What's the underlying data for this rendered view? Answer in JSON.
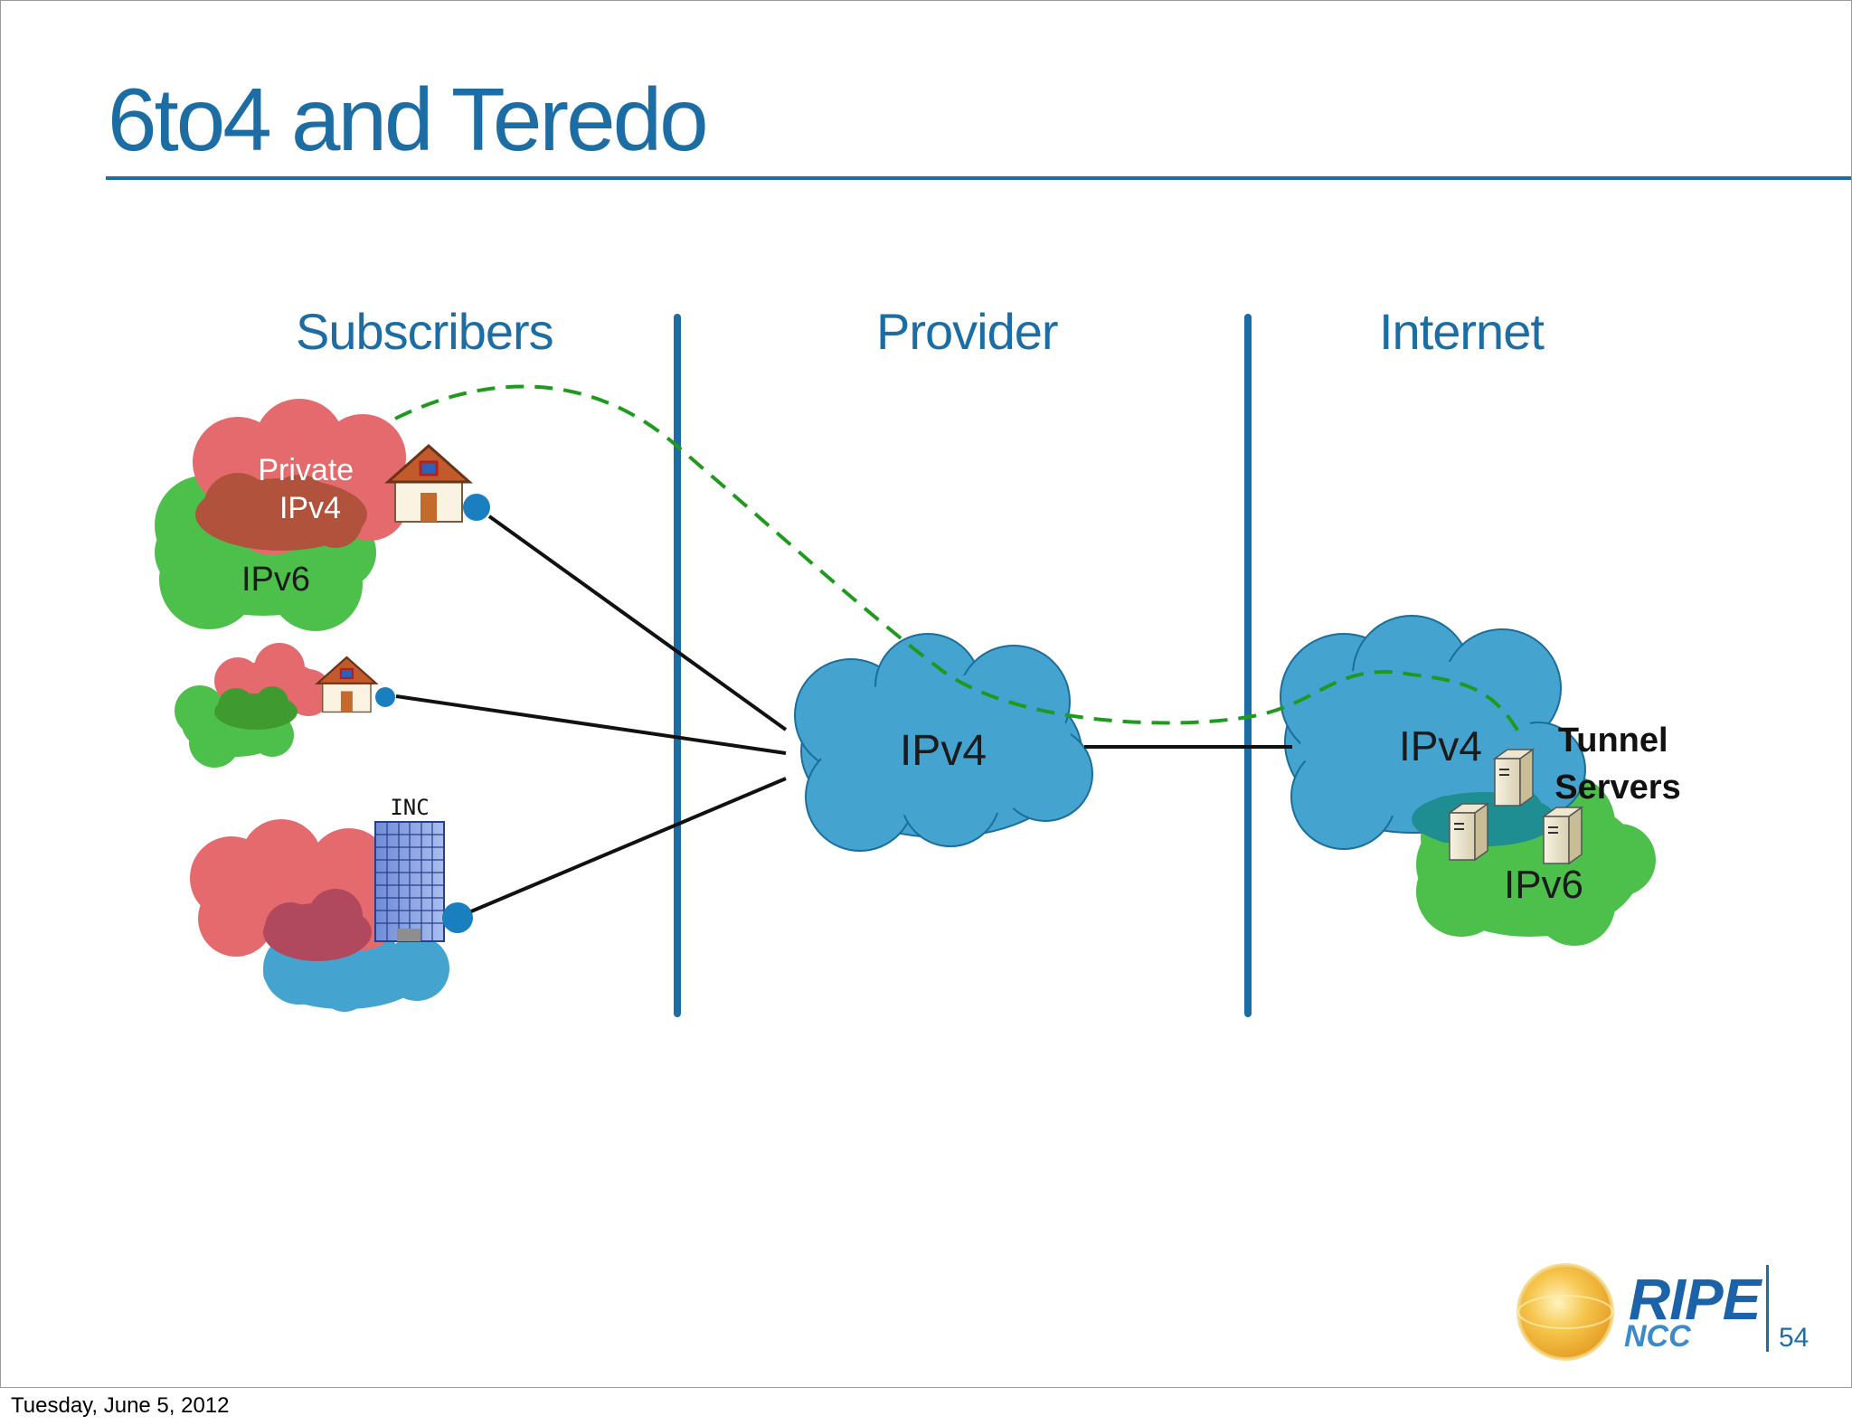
{
  "slide": {
    "title": "6to4 and Teredo",
    "page_number": "54"
  },
  "sections": {
    "subscribers": "Subscribers",
    "provider": "Provider",
    "internet": "Internet"
  },
  "labels": {
    "private_ipv4": "Private IPv4",
    "sub_ipv6": "IPv6",
    "inc": "INC",
    "provider_ipv4": "IPv4",
    "internet_ipv4": "IPv4",
    "tunnel_servers": "Tunnel Servers",
    "internet_ipv6": "IPv6"
  },
  "logo": {
    "ripe": "RIPE",
    "ncc": "NCC"
  },
  "footer": {
    "date": "Tuesday, June 5, 2012"
  },
  "colors": {
    "title_blue": "#1c6da4",
    "cloud_red": "#e56a6e",
    "cloud_green": "#4cc04a",
    "cloud_blue": "#44a3cf",
    "tunnel_dash": "#1f9a1f"
  }
}
